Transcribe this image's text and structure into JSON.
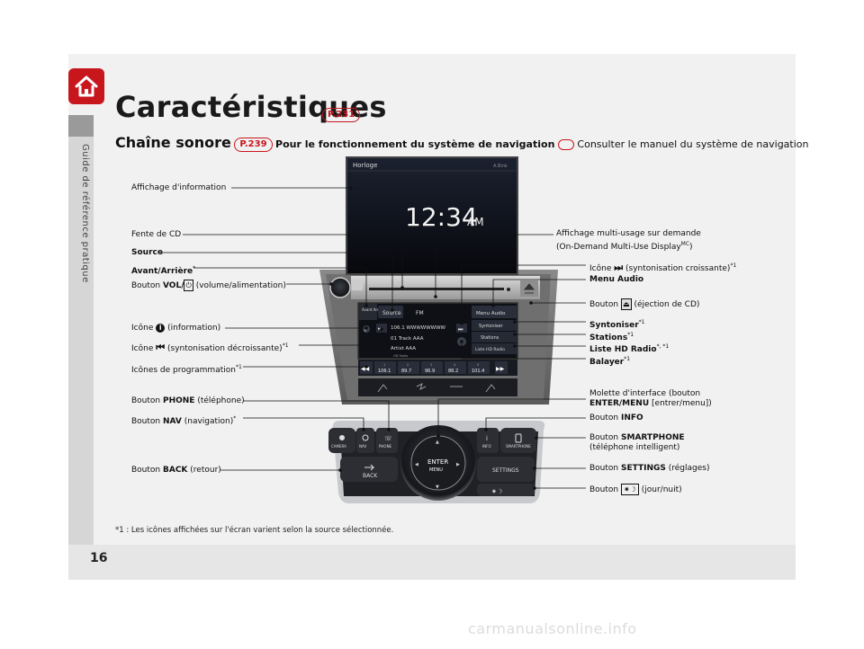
{
  "sidebar": {
    "label": "Guide de référence pratique"
  },
  "page": {
    "title": "Caractéristiques",
    "title_ref": "P.231",
    "number": "16"
  },
  "subheading": {
    "main": "Chaîne sonore",
    "main_ref": "P.239",
    "nav_bold": "Pour le fonctionnement du système de navigation",
    "nav_rest": "Consulter le manuel du système de navigation"
  },
  "screen": {
    "top_label": "Horloge",
    "top_right": "A.Bink",
    "clock": "12:34",
    "ampm": "AM"
  },
  "audio_screen": {
    "front_rear": "Avant Arr.",
    "source_btn": "Source",
    "band": "FM",
    "freq_line": "106.1 WWWWWWWW",
    "track_line": "01 Track AAA",
    "artist_line": "Artist AAA",
    "hd": "HD Radio",
    "menu_audio": "Menu Audio",
    "syntoniser": "Syntoniser",
    "stations": "Stations",
    "liste_hd": "Liste HD Radio",
    "presets": [
      {
        "n": "1",
        "v": "106.1"
      },
      {
        "n": "2",
        "v": "89.7"
      },
      {
        "n": "3",
        "v": "96.9"
      },
      {
        "n": "4",
        "v": "88.2"
      },
      {
        "n": "5",
        "v": "101.4"
      }
    ]
  },
  "controls": {
    "camera": "CAMERA",
    "nav": "NAV",
    "phone": "PHONE",
    "info": "INFO",
    "smartphone": "SMARTPHONE",
    "back": "BACK",
    "settings": "SETTINGS",
    "enter_top": "ENTER",
    "enter_bottom": "MENU"
  },
  "labels_left": {
    "affichage_info": "Affichage d'information",
    "fente_cd": "Fente de CD",
    "source": "Source",
    "avant_arriere": "Avant/Arrière",
    "vol_pre": "Bouton",
    "vol_bold": "VOL/",
    "vol_post": "(volume/alimentation)",
    "info_icon_pre": "Icône",
    "info_icon_post": "(information)",
    "skip_back_pre": "Icône",
    "skip_back_post": "(syntonisation décroissante)",
    "presets_icons": "Icônes de programmation",
    "phone_pre": "Bouton",
    "phone_bold": "PHONE",
    "phone_post": "(téléphone)",
    "nav_pre": "Bouton",
    "nav_bold": "NAV",
    "nav_post": "(navigation)",
    "back_pre": "Bouton",
    "back_bold": "BACK",
    "back_post": "(retour)"
  },
  "labels_right": {
    "odmd_line1": "Affichage multi-usage sur demande",
    "odmd_line2": "(On-Demand Multi-Use Display",
    "odmd_mc": "MC",
    "odmd_close": ")",
    "skip_fwd_pre": "Icône",
    "skip_fwd_post": "(syntonisation croissante)",
    "menu_audio": "Menu Audio",
    "eject_pre": "Bouton",
    "eject_post": "(éjection de CD)",
    "syntoniser": "Syntoniser",
    "stations": "Stations",
    "liste_hd": "Liste HD Radio",
    "balayer": "Balayer",
    "molette_line1": "Molette d'interface (bouton",
    "molette_bold": "ENTER/MENU",
    "molette_rest": "[entrer/menu])",
    "info_pre": "Bouton",
    "info_bold": "INFO",
    "smart_pre": "Bouton",
    "smart_bold": "SMARTPHONE",
    "smart_line2": "(téléphone intelligent)",
    "settings_pre": "Bouton",
    "settings_bold": "SETTINGS",
    "settings_post": "(réglages)",
    "daynight_pre": "Bouton",
    "daynight_post": "(jour/nuit)"
  },
  "footnote": "*1 : Les icônes affichées sur l'écran varient selon la source sélectionnée.",
  "watermark": "carmanualsonline.info",
  "colors": {
    "accent": "#c8161d",
    "panel": "#f1f1f1",
    "screen": "#0b0d12"
  }
}
